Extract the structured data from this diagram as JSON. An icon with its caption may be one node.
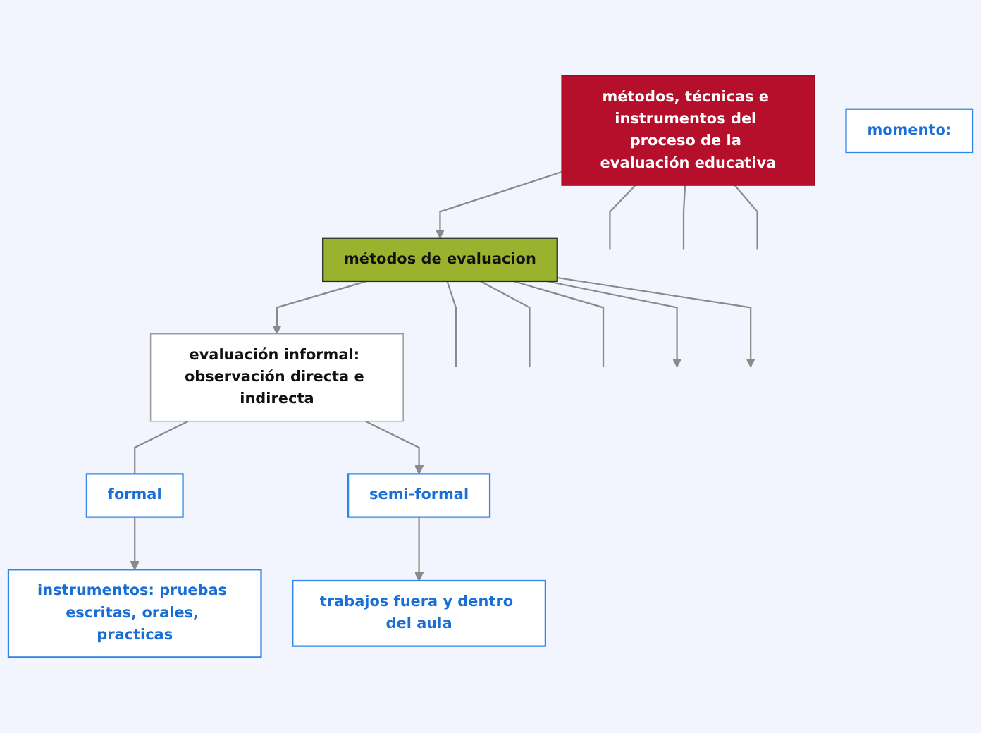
{
  "diagram": {
    "nodes": [
      {
        "text": [
          "métodos, técnicas e instrumentos del proceso de la evaluación educativa"
        ]
      },
      {
        "text": [
          "métodos de evaluacion"
        ]
      },
      {
        "text": [
          "evaluación informal: observación directa e indirecta"
        ]
      },
      {
        "text": [
          "formal"
        ]
      },
      {
        "text": [
          "semi-formal"
        ]
      },
      {
        "text": [
          "instrumentos: pruebas escritas, orales, practicas"
        ]
      },
      {
        "text": [
          "trabajos fuera y dentro del aula"
        ]
      },
      {
        "text": [
          "momento:"
        ]
      }
    ],
    "edges": [
      {
        "from": 0,
        "to": 1,
        "arrow": "to"
      },
      {
        "from": 1,
        "to": 2,
        "arrow": "to"
      },
      {
        "from": 2,
        "to": 3,
        "arrow": "none"
      },
      {
        "from": 3,
        "to": 5,
        "arrow": "to"
      },
      {
        "from": 2,
        "to": 4,
        "arrow": "to"
      },
      {
        "from": 4,
        "to": 6,
        "arrow": "to"
      },
      {
        "from": 0,
        "to": null,
        "arrow": "none"
      },
      {
        "from": 0,
        "to": null,
        "arrow": "none"
      },
      {
        "from": 0,
        "to": null,
        "arrow": "none"
      },
      {
        "from": 1,
        "to": null,
        "arrow": "none"
      },
      {
        "from": 1,
        "to": null,
        "arrow": "none"
      },
      {
        "from": 1,
        "to": null,
        "arrow": "none"
      },
      {
        "from": 1,
        "to": null,
        "arrow": "to"
      },
      {
        "from": 1,
        "to": null,
        "arrow": "to"
      }
    ]
  }
}
